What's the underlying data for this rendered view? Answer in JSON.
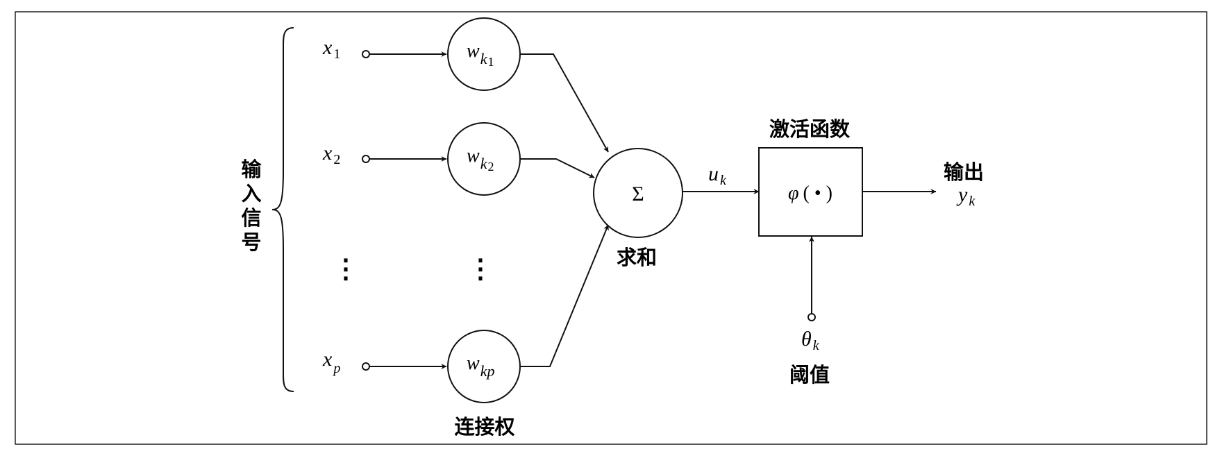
{
  "inputs": {
    "group_label": [
      "输",
      "入",
      "信",
      "号"
    ],
    "items": [
      {
        "var": "x",
        "sub": "1"
      },
      {
        "var": "x",
        "sub": "2"
      },
      {
        "var": "x",
        "sub": "p"
      }
    ],
    "ellipsis": "⋮"
  },
  "weights": {
    "label": "连接权",
    "items": [
      {
        "var": "w",
        "sub": "k",
        "subsub": "1"
      },
      {
        "var": "w",
        "sub": "k",
        "subsub": "2"
      },
      {
        "var": "w",
        "sub": "kp",
        "subsub": ""
      }
    ],
    "ellipsis": "⋮"
  },
  "summation": {
    "symbol": "Σ",
    "label": "求和"
  },
  "signal_u": {
    "var": "u",
    "sub": "k"
  },
  "activation": {
    "label": "激活函数",
    "expr_phi": "φ",
    "expr_rest": "( • )"
  },
  "threshold": {
    "var": "θ",
    "sub": "k",
    "label": "阈值"
  },
  "output": {
    "label": "输出",
    "var": "y",
    "sub": "k"
  },
  "colors": {
    "stroke": "#111111",
    "background": "#ffffff",
    "page_frame": "#222222"
  }
}
